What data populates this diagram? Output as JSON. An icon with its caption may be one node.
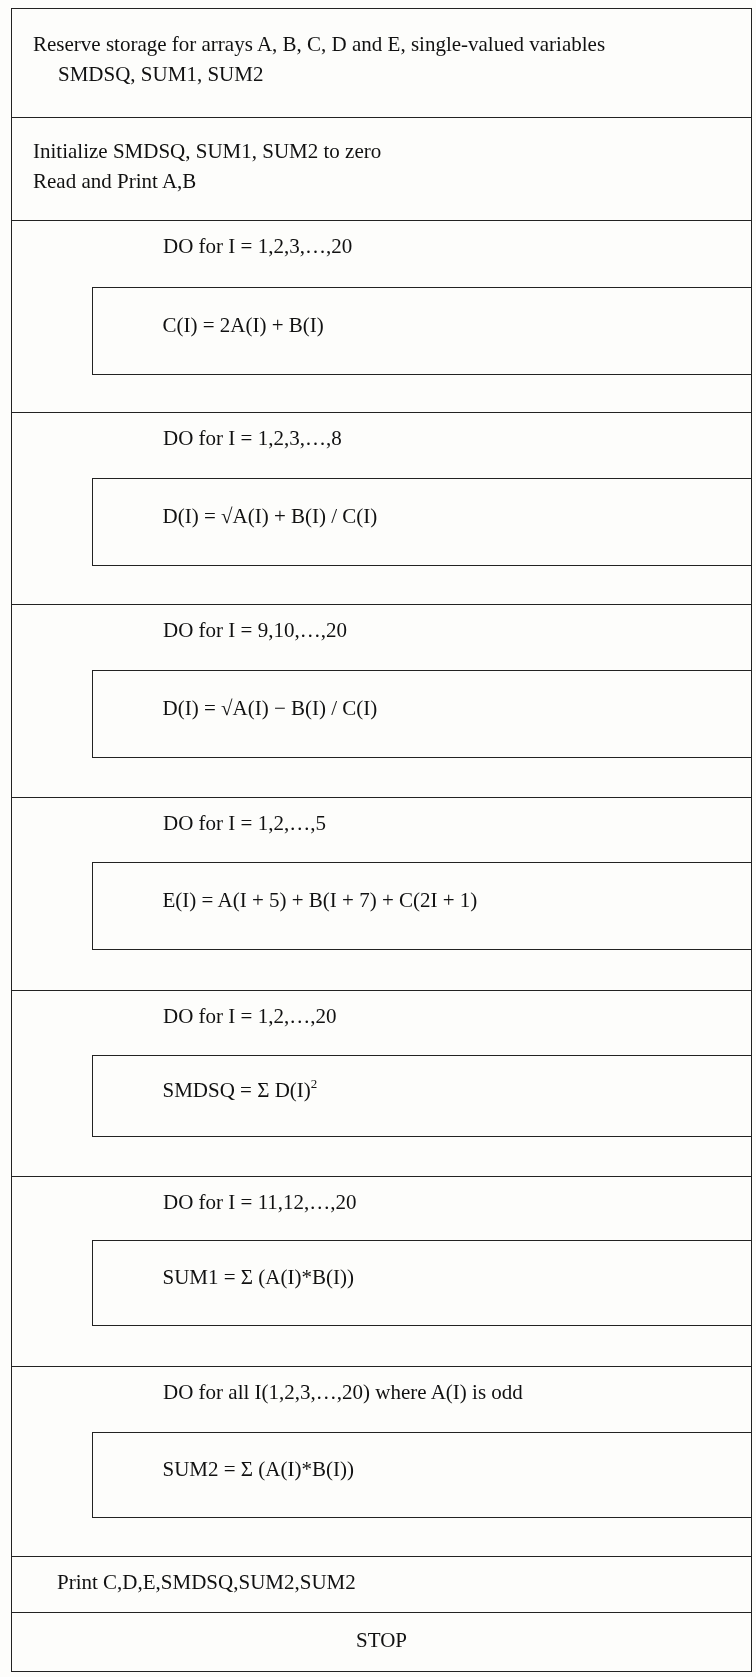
{
  "diagram": {
    "nodes": [
      {
        "text": [
          "Reserve storage for arrays A, B, C, D and E, single-valued variables SMDSQ, SUM1, SUM2"
        ]
      },
      {
        "text": [
          "Initialize SMDSQ, SUM1, SUM2 to zero",
          "Read and Print A,B"
        ]
      },
      {
        "text": [
          "DO for I = 1,2,3,…,20"
        ]
      },
      {
        "text": [
          "C(I) = 2A(I) + B(I)"
        ],
        "in": 2
      },
      {
        "text": [
          "DO for I = 1,2,3,…,8"
        ]
      },
      {
        "text": [
          "D(I) = √A(I) + B(I) / C(I)"
        ],
        "in": 4
      },
      {
        "text": [
          "DO for I = 9,10,…,20"
        ]
      },
      {
        "text": [
          "D(I) = √A(I) − B(I) / C(I)"
        ],
        "in": 6
      },
      {
        "text": [
          "DO for I = 1,2,…,5"
        ]
      },
      {
        "text": [
          "E(I) = A(I + 5) + B(I + 7) + C(2I + 1)"
        ],
        "in": 8
      },
      {
        "text": [
          "DO for I = 1,2,…,20"
        ]
      },
      {
        "text": [
          "SMDSQ = Σ D(I)$^{2}$"
        ],
        "in": 10
      },
      {
        "text": [
          "DO for I = 11,12,…,20"
        ]
      },
      {
        "text": [
          "SUM1 = Σ (A(I)*B(I))"
        ],
        "in": 12
      },
      {
        "text": [
          "DO for all I(1,2,3,…,20) where A(I) is odd"
        ]
      },
      {
        "text": [
          "SUM2 = Σ (A(I)*B(I))"
        ],
        "in": 14
      },
      {
        "text": [
          "Print C,D,E,SMDSQ,SUM2,SUM2"
        ]
      },
      {
        "text": [
          "STOP"
        ]
      }
    ]
  }
}
